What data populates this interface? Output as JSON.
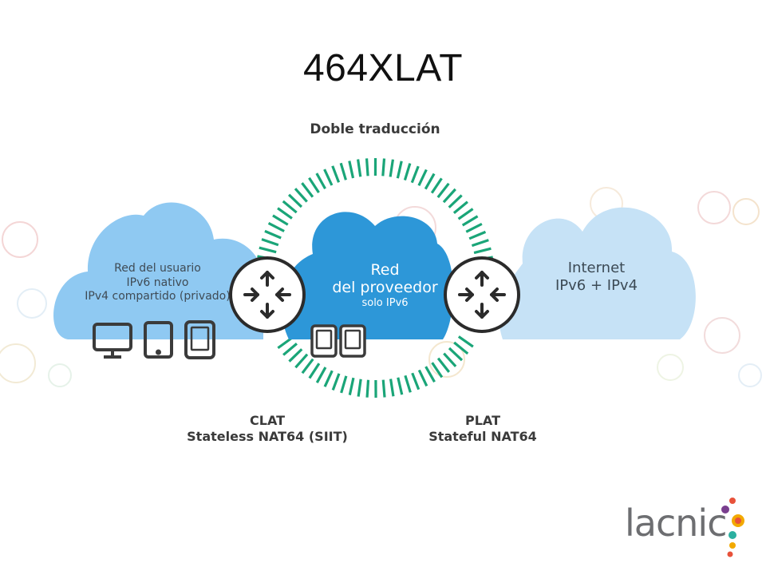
{
  "title": "464XLAT",
  "subheading": "Doble traducción",
  "user_network": {
    "line1": "Red del usuario",
    "line2": "IPv6 nativo",
    "line3": "IPv4 compartido (privado)",
    "devices": [
      "monitor-icon",
      "tablet-icon",
      "phone-icon"
    ]
  },
  "provider_network": {
    "line1": "Red",
    "line2": "del proveedor",
    "line3": "solo IPv6",
    "devices": [
      "phone-icon",
      "phone-icon"
    ]
  },
  "internet": {
    "line1": "Internet",
    "line2": "IPv6 + IPv4"
  },
  "clat": {
    "name": "CLAT",
    "desc": "Stateless NAT64 (SIIT)"
  },
  "plat": {
    "name": "PLAT",
    "desc": "Stateful NAT64"
  },
  "logo": {
    "text": "lacnic",
    "dot_colors": [
      "#e8523a",
      "#f2a900",
      "#2bb0a0",
      "#7a3e8e"
    ]
  },
  "colors": {
    "user_cloud": "#8fc9f2",
    "provider_cloud": "#2d97d8",
    "internet_cloud": "#c6e2f6",
    "translation_arc": "#1aa578",
    "router_fill": "#ffffff",
    "router_stroke": "#2b2b2b"
  }
}
